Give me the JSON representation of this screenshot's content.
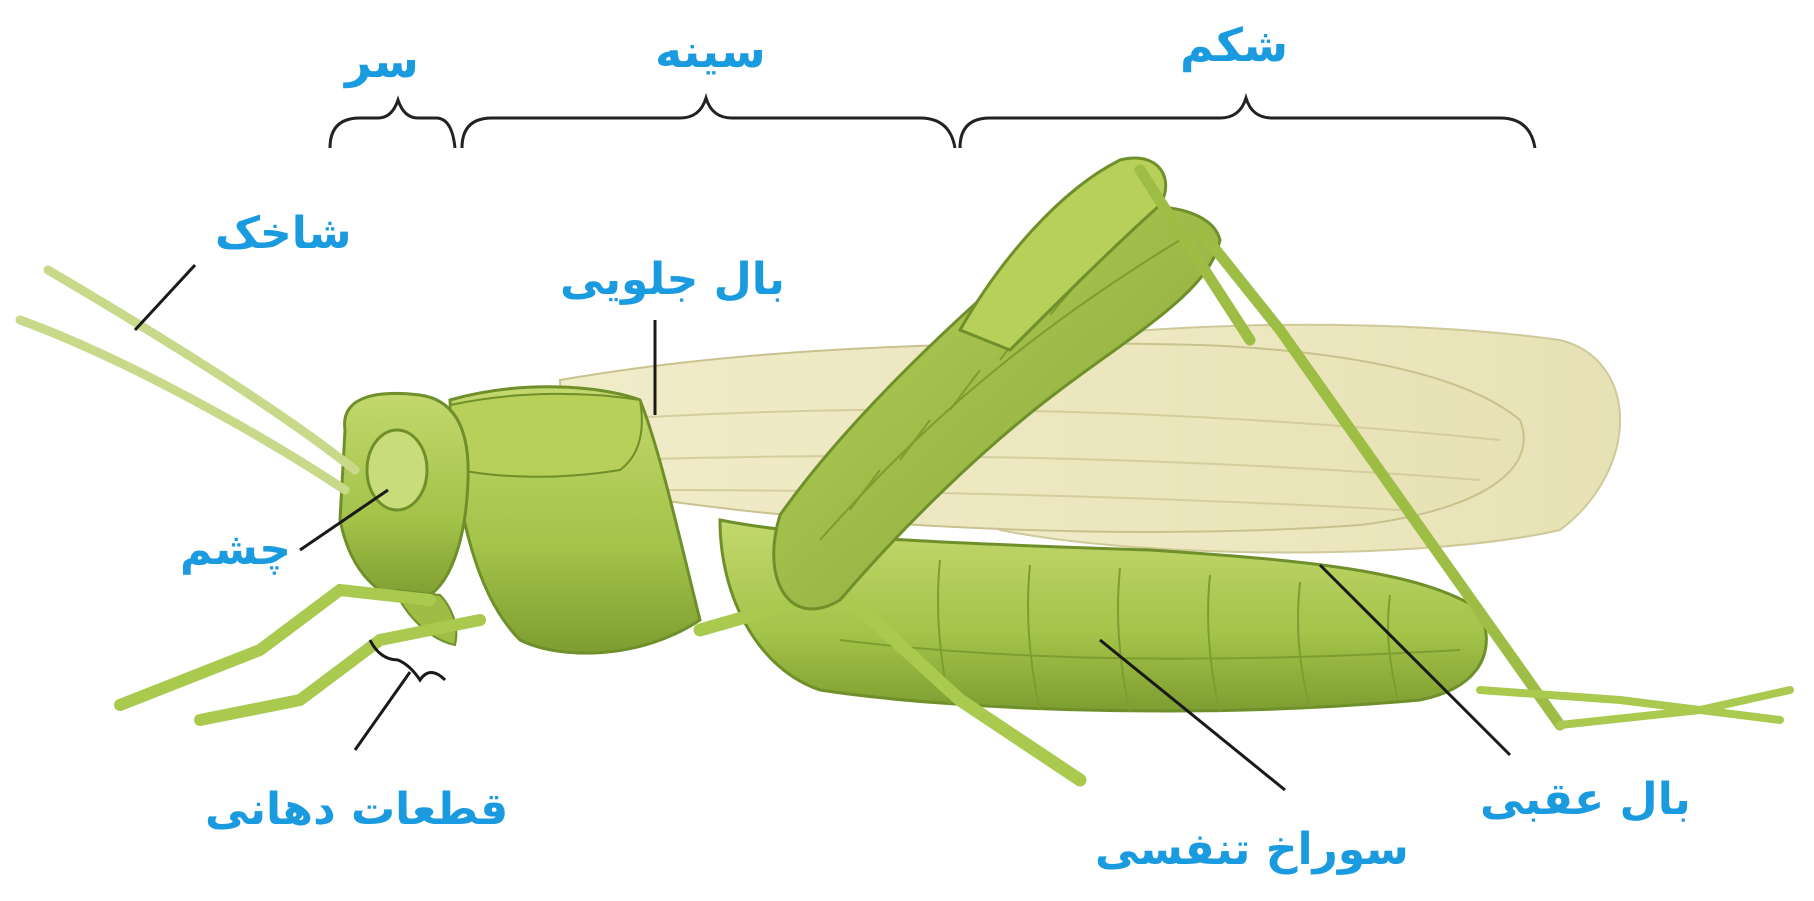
{
  "colors": {
    "label": "#1a9be0",
    "leader_line": "#1a1a1a",
    "body_green": "#a9c94f",
    "body_dark": "#6f8f2a",
    "wing": "#ece8c4"
  },
  "sections": {
    "head": "سر",
    "thorax": "سینه",
    "abdomen": "شکم"
  },
  "parts": {
    "antenna": "شاخک",
    "forewing": "بال جلویی",
    "eye": "چشم",
    "mouthparts": "قطعات دهانی",
    "spiracle": "سوراخ تنفسی",
    "hindwing": "بال عقبی"
  }
}
